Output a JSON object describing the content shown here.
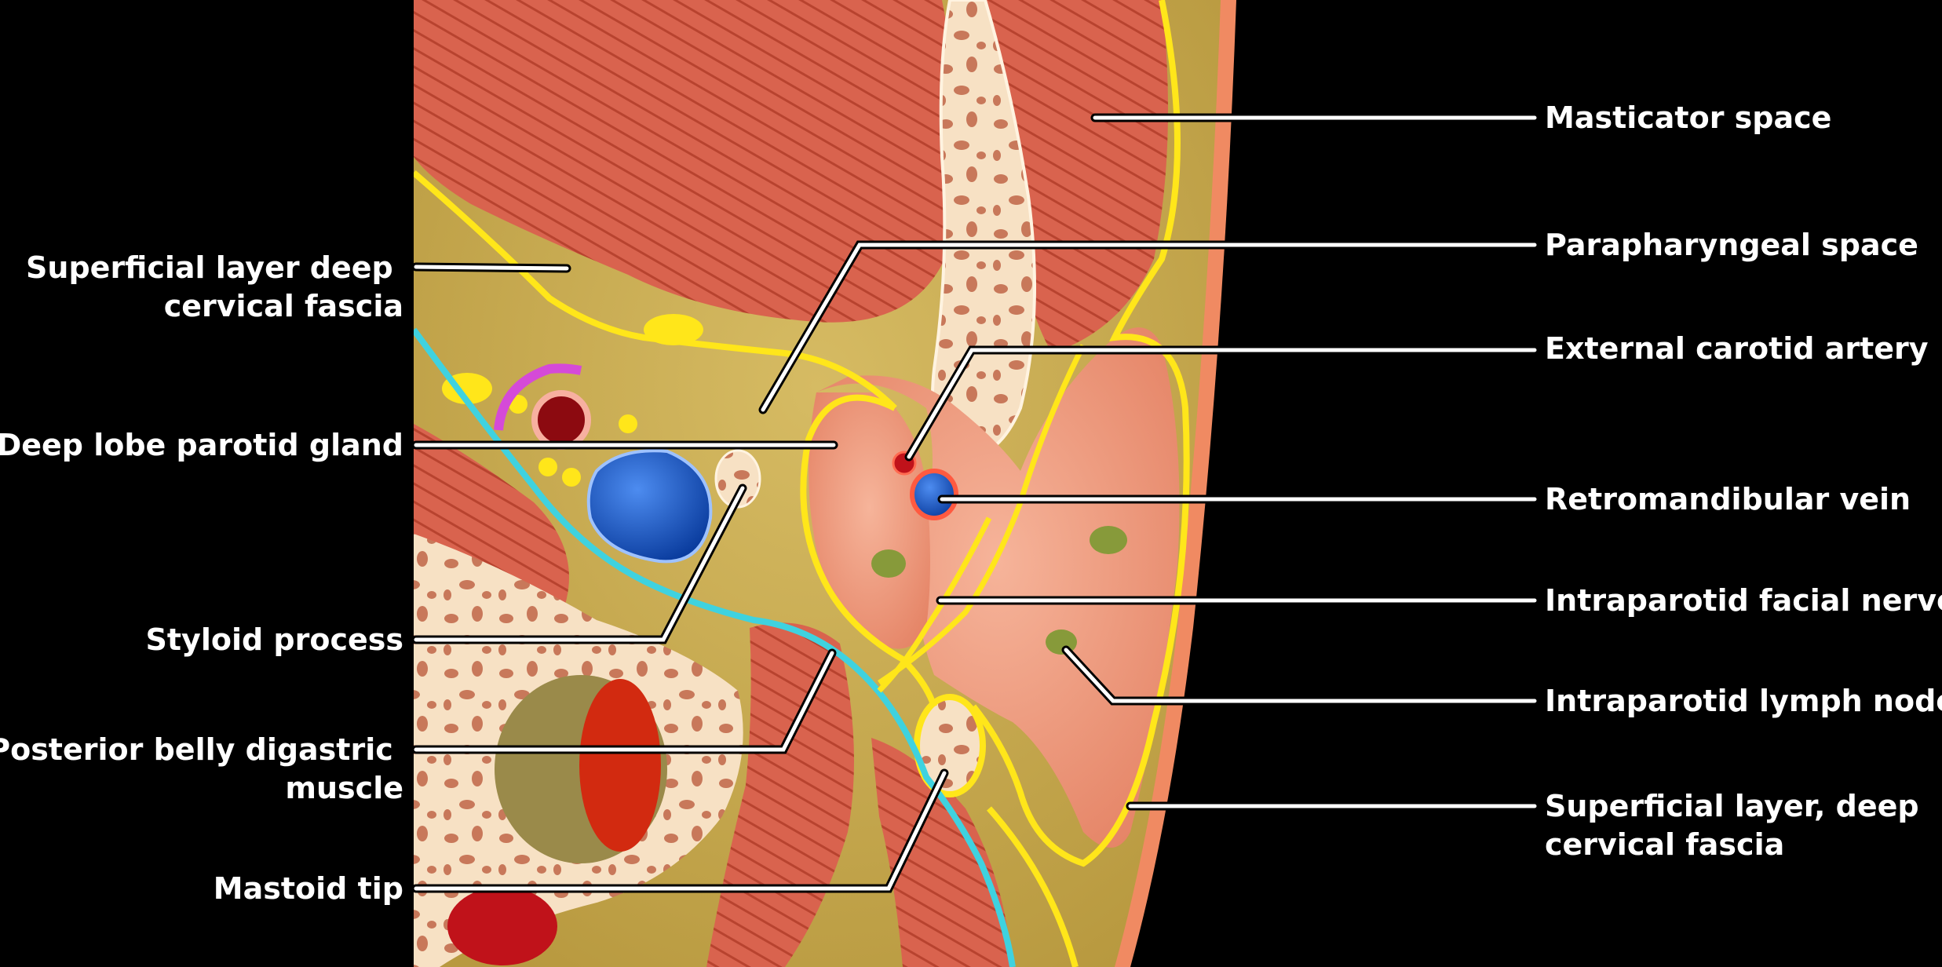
{
  "labels_left": [
    {
      "id": "superficial-layer-left",
      "lines": [
        "Superficial layer deep",
        "cervical fascia"
      ]
    },
    {
      "id": "deep-lobe-parotid",
      "lines": [
        "Deep lobe parotid gland"
      ]
    },
    {
      "id": "styloid-process",
      "lines": [
        "Styloid process"
      ]
    },
    {
      "id": "posterior-belly-digastric",
      "lines": [
        "Posterior belly digastric",
        "muscle"
      ]
    },
    {
      "id": "mastoid-tip",
      "lines": [
        "Mastoid tip"
      ]
    }
  ],
  "labels_right": [
    {
      "id": "masticator-space",
      "lines": [
        "Masticator space"
      ]
    },
    {
      "id": "parapharyngeal-space",
      "lines": [
        "Parapharyngeal space"
      ]
    },
    {
      "id": "external-carotid-artery",
      "lines": [
        "External carotid artery"
      ]
    },
    {
      "id": "retromandibular-vein",
      "lines": [
        "Retromandibular vein"
      ]
    },
    {
      "id": "intraparotid-facial-nerve",
      "lines": [
        "Intraparotid facial nerve"
      ]
    },
    {
      "id": "intraparotid-lymph-node",
      "lines": [
        "Intraparotid lymph node"
      ]
    },
    {
      "id": "superficial-layer-right",
      "lines": [
        "Superficial layer, deep",
        "cervical fascia"
      ]
    }
  ],
  "colors": {
    "background": "#000000",
    "fat": "#c9ad56",
    "muscle": "#d9634e",
    "muscle_stripe": "#b8432f",
    "bone": "#f7e1c4",
    "bone_marrow": "#c8785a",
    "parotid": "#ef9a7c",
    "fascia": "#ffe61a",
    "nerve_cyan": "#3fd2df",
    "vein": "#1458c8",
    "artery": "#c0121a",
    "lymph_node": "#879a3a",
    "skin": "#f08a62",
    "magenta": "#d54ad8"
  }
}
